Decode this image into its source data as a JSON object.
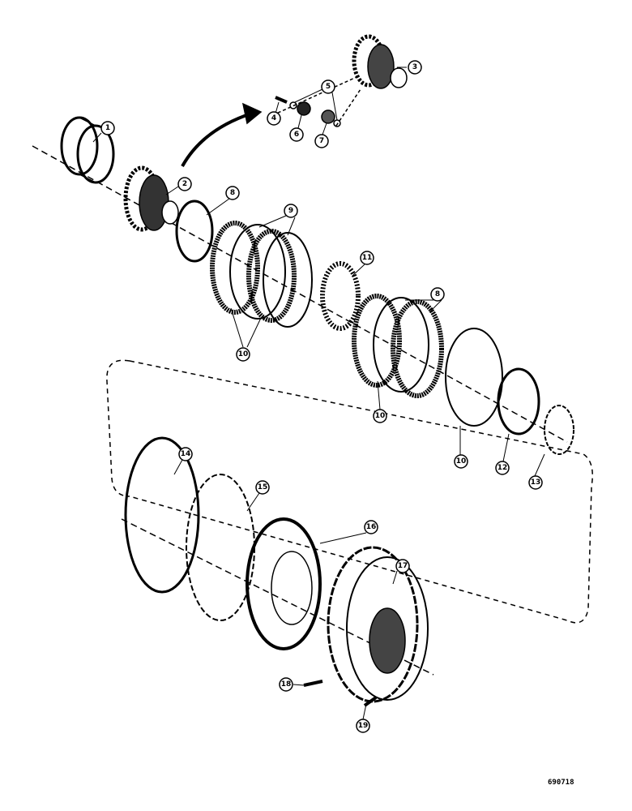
{
  "figure_number": "690718",
  "callouts": [
    {
      "id": "c1",
      "label": "1"
    },
    {
      "id": "c2",
      "label": "2"
    },
    {
      "id": "c3",
      "label": "3"
    },
    {
      "id": "c4",
      "label": "4"
    },
    {
      "id": "c5",
      "label": "5"
    },
    {
      "id": "c6",
      "label": "6"
    },
    {
      "id": "c7",
      "label": "7"
    },
    {
      "id": "c8a",
      "label": "8"
    },
    {
      "id": "c9",
      "label": "9"
    },
    {
      "id": "c10a",
      "label": "10"
    },
    {
      "id": "c11",
      "label": "11"
    },
    {
      "id": "c8b",
      "label": "8"
    },
    {
      "id": "c10b",
      "label": "10"
    },
    {
      "id": "c10c",
      "label": "10"
    },
    {
      "id": "c12",
      "label": "12"
    },
    {
      "id": "c13",
      "label": "13"
    },
    {
      "id": "c14",
      "label": "14"
    },
    {
      "id": "c15",
      "label": "15"
    },
    {
      "id": "c16",
      "label": "16"
    },
    {
      "id": "c17",
      "label": "17"
    },
    {
      "id": "c18",
      "label": "18"
    },
    {
      "id": "c19",
      "label": "19"
    }
  ]
}
